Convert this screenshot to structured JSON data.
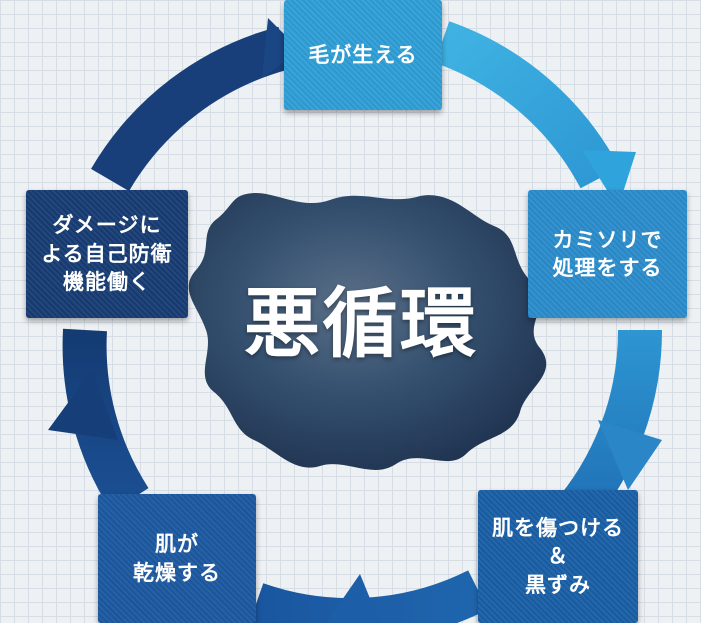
{
  "diagram": {
    "center_title": "悪循環",
    "steps": [
      {
        "label": "毛が生える"
      },
      {
        "label": "カミソリで\n処理をする"
      },
      {
        "label": "肌を傷つける\n＆\n黒ずみ"
      },
      {
        "label": "肌が\n乾燥する"
      },
      {
        "label": "ダメージに\nよる自己防衛\n機能働く"
      }
    ]
  },
  "colors": {
    "arrow_light": "#3fb2e2",
    "arrow_mid": "#2a86c6",
    "arrow_dark": "#143b72",
    "blob": "#2d4766"
  }
}
